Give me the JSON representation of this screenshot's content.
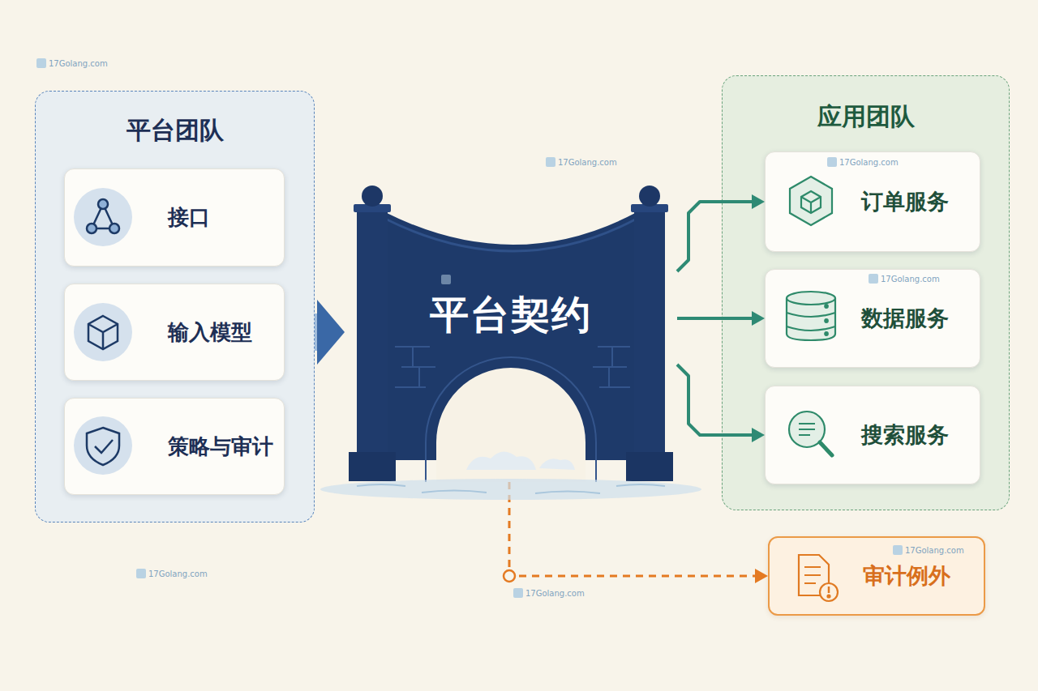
{
  "diagram": {
    "nodes": [
      {
        "text": [
          "平台团队"
        ]
      },
      {
        "text": [
          "接口"
        ],
        "in": 0
      },
      {
        "text": [
          "输入模型"
        ],
        "in": 0
      },
      {
        "text": [
          "策略与审计"
        ],
        "in": 0
      },
      {
        "text": [
          "平台契约"
        ]
      },
      {
        "text": [
          "应用团队"
        ]
      },
      {
        "text": [
          "订单服务"
        ],
        "in": 5
      },
      {
        "text": [
          "数据服务"
        ],
        "in": 5
      },
      {
        "text": [
          "搜索服务"
        ],
        "in": 5
      },
      {
        "text": [
          "审计例外"
        ]
      }
    ],
    "edges": [
      {
        "from": 0,
        "to": 4,
        "arrow": "to"
      },
      {
        "from": 4,
        "to": 6,
        "arrow": "to"
      },
      {
        "from": 4,
        "to": 7,
        "arrow": "to"
      },
      {
        "from": 4,
        "to": 8,
        "arrow": "to"
      },
      {
        "from": 4,
        "to": 9,
        "arrow": "to"
      }
    ],
    "labels": [
      "17Golang.com",
      "17Golang.com",
      "17Golang.com",
      "17Golang.com",
      "17Golang.com",
      "17Golang.com",
      "17Golang.com"
    ]
  }
}
